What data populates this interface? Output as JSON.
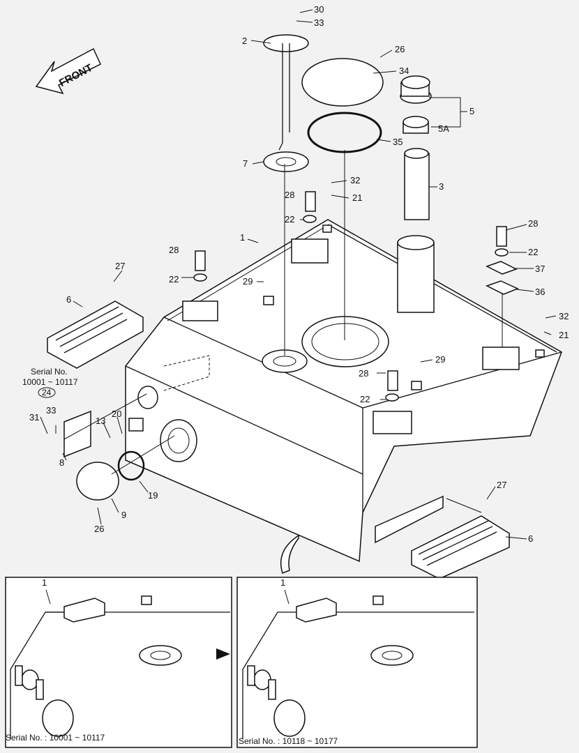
{
  "front_label": "FRONT",
  "callouts": [
    {
      "id": "c30",
      "text": "30"
    },
    {
      "id": "c33a",
      "text": "33"
    },
    {
      "id": "c2",
      "text": "2"
    },
    {
      "id": "c26a",
      "text": "26"
    },
    {
      "id": "c34",
      "text": "34"
    },
    {
      "id": "c5",
      "text": "5"
    },
    {
      "id": "c5A",
      "text": "5A"
    },
    {
      "id": "c35",
      "text": "35"
    },
    {
      "id": "c7",
      "text": "7"
    },
    {
      "id": "c32a",
      "text": "32"
    },
    {
      "id": "c3",
      "text": "3"
    },
    {
      "id": "c28a",
      "text": "28"
    },
    {
      "id": "c21a",
      "text": "21"
    },
    {
      "id": "c22a",
      "text": "22"
    },
    {
      "id": "c28b",
      "text": "28"
    },
    {
      "id": "c22b",
      "text": "22"
    },
    {
      "id": "c1",
      "text": "1"
    },
    {
      "id": "c28c",
      "text": "28"
    },
    {
      "id": "c22c",
      "text": "22"
    },
    {
      "id": "c37",
      "text": "37"
    },
    {
      "id": "c27a",
      "text": "27"
    },
    {
      "id": "c29a",
      "text": "29"
    },
    {
      "id": "c36",
      "text": "36"
    },
    {
      "id": "c22d",
      "text": "22"
    },
    {
      "id": "c6a",
      "text": "6"
    },
    {
      "id": "c32b",
      "text": "32"
    },
    {
      "id": "c21b",
      "text": "21"
    },
    {
      "id": "c29b",
      "text": "29"
    },
    {
      "id": "c28d",
      "text": "28"
    },
    {
      "id": "c22e",
      "text": "22"
    },
    {
      "id": "c33b",
      "text": "33"
    },
    {
      "id": "c31",
      "text": "31"
    },
    {
      "id": "c13",
      "text": "13"
    },
    {
      "id": "c20",
      "text": "20"
    },
    {
      "id": "c8",
      "text": "8"
    },
    {
      "id": "c19",
      "text": "19"
    },
    {
      "id": "c9",
      "text": "9"
    },
    {
      "id": "c26b",
      "text": "26"
    },
    {
      "id": "c27b",
      "text": "27"
    },
    {
      "id": "c6b",
      "text": "6"
    },
    {
      "id": "c1b",
      "text": "1"
    },
    {
      "id": "c1c",
      "text": "1"
    }
  ],
  "serial_note": {
    "line1": "Serial No.",
    "line2": "10001 ~ 10117",
    "ref": "24"
  },
  "insets": [
    {
      "caption": "Serial No. : 10001 ~ 10117"
    },
    {
      "caption": "Serial No. : 10118 ~ 10177"
    }
  ]
}
